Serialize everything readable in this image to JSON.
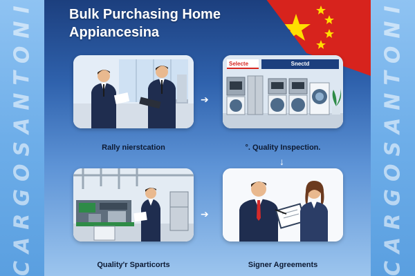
{
  "watermark": "CARGOSANTONI",
  "title": {
    "line1": "Bulk Purchasing Home",
    "line2": "Appiancesina"
  },
  "steps": [
    {
      "caption": "Rally nierstcation"
    },
    {
      "caption": "°. Quality Inspection.",
      "signs": [
        "Selecte",
        "Snectd"
      ]
    },
    {
      "caption": "Quality'r Sparticorts"
    },
    {
      "caption": "Signer Agreements"
    }
  ],
  "arrows": {
    "right": "➔",
    "down": "↓"
  },
  "colors": {
    "flag_red": "#d7231d",
    "flag_star": "#ffde00",
    "navy": "#1c3f7e",
    "suit": "#1f2d4f"
  }
}
